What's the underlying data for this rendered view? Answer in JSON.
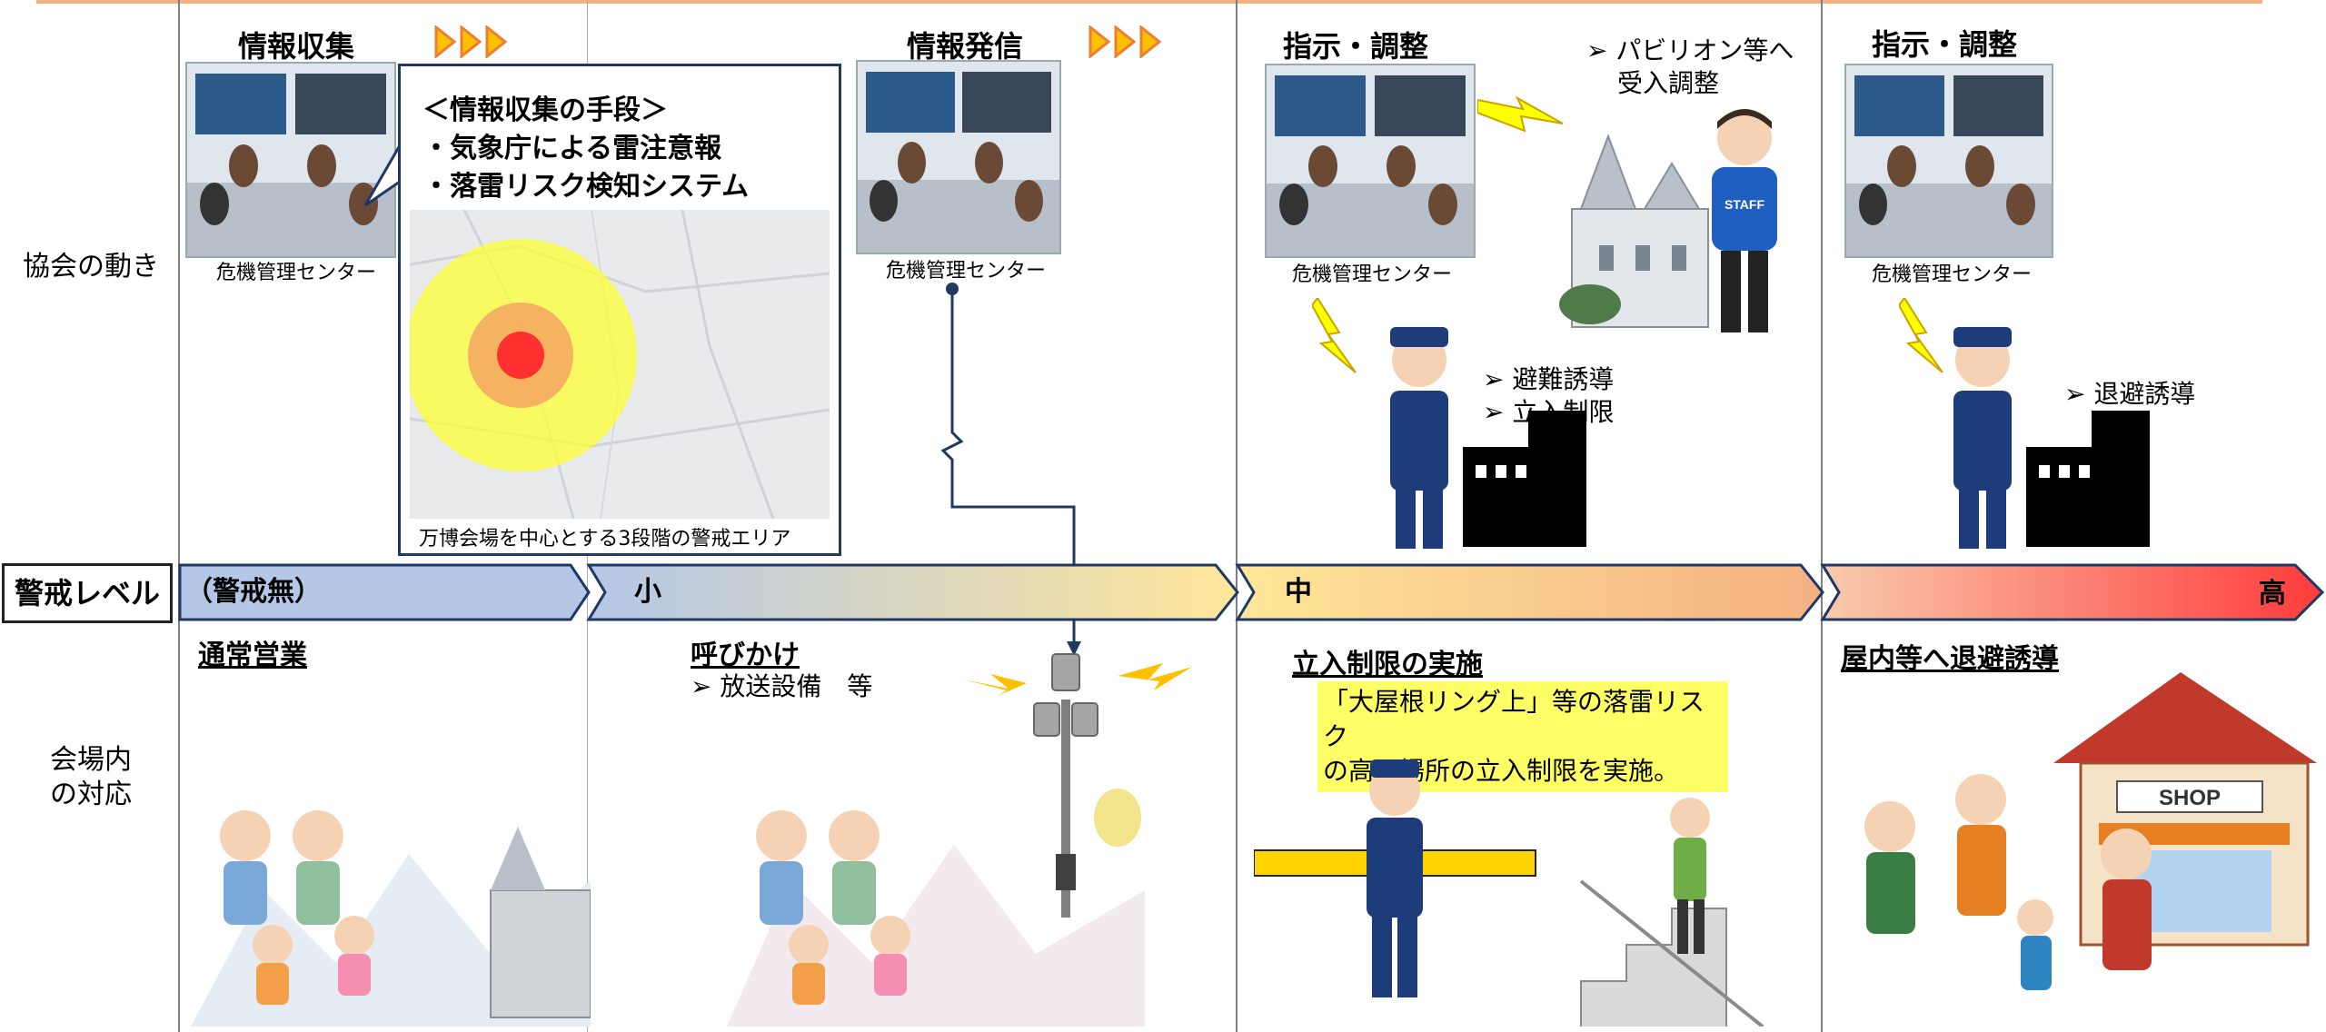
{
  "rows": {
    "association": "協会の動き",
    "alert_level": "警戒レベル",
    "venue_response": [
      "会場内",
      "の対応"
    ]
  },
  "step1": {
    "title": "情報収集",
    "caption": "危機管理センター",
    "callout_lines": [
      "＜情報収集の手段＞",
      "・気象庁による雷注意報",
      "・落雷リスク検知システム"
    ],
    "map_caption": "万博会場を中心とする3段階の警戒エリア"
  },
  "step2": {
    "title": "情報発信",
    "caption": "危機管理センター"
  },
  "step3": {
    "title": "指示・調整",
    "caption": "危機管理センター",
    "pavilion_lines": [
      "➢ パビリオン等へ",
      "受入調整"
    ],
    "bullets": [
      "➢ 避難誘導",
      "➢ 立入制限"
    ],
    "staff_label": "STAFF"
  },
  "step4": {
    "title": "指示・調整",
    "caption": "危機管理センター",
    "bullets": [
      "➢ 退避誘導"
    ]
  },
  "levels": {
    "none": "（警戒無）",
    "low": "小",
    "mid": "中",
    "high": "高"
  },
  "responses": {
    "normal": {
      "title": "通常営業"
    },
    "call": {
      "title": "呼びかけ",
      "bullet": "➢ 放送設備　等"
    },
    "restrict": {
      "title": "立入制限の実施",
      "note_lines": [
        "「大屋根リング上」等の落雷リスク",
        "の高い場所の立入制限を実施。"
      ]
    },
    "evacuate": {
      "title": "屋内等へ退避誘導",
      "shop_label": "SHOP"
    }
  },
  "colors": {
    "top_bar": "#f4b183",
    "arrow_blue": "#b4c7e7",
    "arrow_yellow": "#ffe699",
    "arrow_orange": "#f8cbad",
    "arrow_red": "#ff4d4d",
    "alert_dark": "#203864",
    "highlight": "#ffff66"
  }
}
